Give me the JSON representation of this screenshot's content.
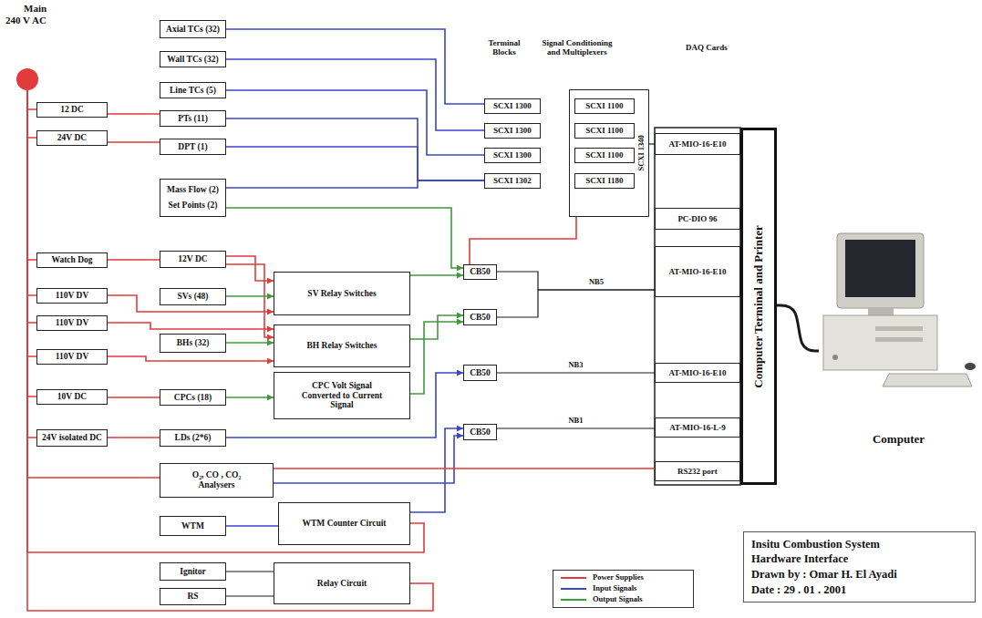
{
  "diagram": {
    "nodes": [
      {
        "text": [
          "Main 240 V AC"
        ]
      },
      {
        "text": [
          "Axial TCs (32)"
        ]
      },
      {
        "text": [
          "Wall TCs (32)"
        ]
      },
      {
        "text": [
          "Line TCs (5)"
        ]
      },
      {
        "text": [
          "12 DC"
        ]
      },
      {
        "text": [
          "PTs (11)"
        ]
      },
      {
        "text": [
          "24V DC"
        ]
      },
      {
        "text": [
          "DPT (1)"
        ]
      },
      {
        "text": [
          "Mass Flow (2)",
          "Set Points (2)"
        ]
      },
      {
        "text": [
          "Watch Dog"
        ]
      },
      {
        "text": [
          "12V DC"
        ]
      },
      {
        "text": [
          "110V DV"
        ]
      },
      {
        "text": [
          "SVs (48)"
        ]
      },
      {
        "text": [
          "110V DV"
        ]
      },
      {
        "text": [
          "110V DV"
        ]
      },
      {
        "text": [
          "BHs (32)"
        ]
      },
      {
        "text": [
          "10V DC"
        ]
      },
      {
        "text": [
          "CPCs (18)"
        ]
      },
      {
        "text": [
          "24V isolated DC"
        ]
      },
      {
        "text": [
          "LDs (2*6)"
        ]
      },
      {
        "text": [
          "O₂, CO , CO₂ Analysers"
        ]
      },
      {
        "text": [
          "WTM"
        ]
      },
      {
        "text": [
          "Ignitor"
        ]
      },
      {
        "text": [
          "RS"
        ]
      },
      {
        "text": [
          "SV Relay Switches"
        ]
      },
      {
        "text": [
          "BH Relay Switches"
        ]
      },
      {
        "text": [
          "CPC Volt Signal Converted to Current Signal"
        ]
      },
      {
        "text": [
          "WTM Counter Circuit"
        ]
      },
      {
        "text": [
          "Relay Circuit"
        ]
      },
      {
        "text": [
          "SCXI 1300"
        ]
      },
      {
        "text": [
          "SCXI 1300"
        ]
      },
      {
        "text": [
          "SCXI 1300"
        ]
      },
      {
        "text": [
          "SCXI 1302"
        ]
      },
      {
        "text": [
          "SCXI 1340"
        ]
      },
      {
        "text": [
          "SCXI 1100"
        ],
        "in": 33
      },
      {
        "text": [
          "SCXI 1100"
        ],
        "in": 33
      },
      {
        "text": [
          "SCXI 1100"
        ],
        "in": 33
      },
      {
        "text": [
          "SCXI 1180"
        ],
        "in": 33
      },
      {
        "text": [
          "CB50"
        ]
      },
      {
        "text": [
          "CB50"
        ]
      },
      {
        "text": [
          "CB50"
        ]
      },
      {
        "text": [
          "CB50"
        ]
      },
      {
        "text": [
          "AT-MIO-16-E10"
        ]
      },
      {
        "text": [
          "PC-DIO 96"
        ]
      },
      {
        "text": [
          "AT-MIO-16-E10"
        ]
      },
      {
        "text": [
          "AT-MIO-16-E10"
        ]
      },
      {
        "text": [
          "AT-MIO-16-L-9"
        ]
      },
      {
        "text": [
          "RS232 port"
        ]
      },
      {
        "text": [
          "Computer Terminal and Printer"
        ]
      },
      {
        "text": [
          "Computer"
        ]
      },
      {
        "text": [
          "Insitu Combustion System",
          "Hardware Interface",
          "Drawn by : Omar H. El Ayadi",
          "Date : 29 . 01 . 2001"
        ]
      }
    ],
    "edges": [
      {
        "from": 0,
        "to": 4,
        "arrow": "none"
      },
      {
        "from": 0,
        "to": 6,
        "arrow": "none"
      },
      {
        "from": 0,
        "to": 9,
        "arrow": "none"
      },
      {
        "from": 0,
        "to": 11,
        "arrow": "none"
      },
      {
        "from": 0,
        "to": 13,
        "arrow": "none"
      },
      {
        "from": 0,
        "to": 14,
        "arrow": "none"
      },
      {
        "from": 0,
        "to": 16,
        "arrow": "none"
      },
      {
        "from": 0,
        "to": 18,
        "arrow": "none"
      },
      {
        "from": 0,
        "to": 20,
        "arrow": "none"
      },
      {
        "from": 0,
        "to": 27,
        "arrow": "none"
      },
      {
        "from": 0,
        "to": 28,
        "arrow": "none"
      },
      {
        "from": 4,
        "to": 5,
        "arrow": "none"
      },
      {
        "from": 6,
        "to": 7,
        "arrow": "none"
      },
      {
        "from": 9,
        "to": 10,
        "arrow": "none"
      },
      {
        "from": 10,
        "to": 24,
        "arrow": "to"
      },
      {
        "from": 10,
        "to": 25,
        "arrow": "to"
      },
      {
        "from": 11,
        "to": 24,
        "arrow": "to"
      },
      {
        "from": 13,
        "to": 25,
        "arrow": "to"
      },
      {
        "from": 14,
        "to": 25,
        "arrow": "to"
      },
      {
        "from": 16,
        "to": 17,
        "arrow": "none"
      },
      {
        "from": 18,
        "to": 19,
        "arrow": "none"
      },
      {
        "from": 1,
        "to": 29,
        "arrow": "none"
      },
      {
        "from": 2,
        "to": 30,
        "arrow": "none"
      },
      {
        "from": 3,
        "to": 31,
        "arrow": "none"
      },
      {
        "from": 5,
        "to": 32,
        "arrow": "none"
      },
      {
        "from": 7,
        "to": 32,
        "arrow": "none"
      },
      {
        "from": 8,
        "to": 32,
        "arrow": "none"
      },
      {
        "from": 8,
        "to": 38,
        "arrow": "to"
      },
      {
        "from": 12,
        "to": 24,
        "arrow": "to"
      },
      {
        "from": 15,
        "to": 25,
        "arrow": "to"
      },
      {
        "from": 17,
        "to": 26,
        "arrow": "to"
      },
      {
        "from": 24,
        "to": 38,
        "arrow": "to"
      },
      {
        "from": 25,
        "to": 39,
        "arrow": "to"
      },
      {
        "from": 26,
        "to": 39,
        "arrow": "to"
      },
      {
        "from": 19,
        "to": 40,
        "arrow": "to"
      },
      {
        "from": 20,
        "to": 41,
        "arrow": "to"
      },
      {
        "from": 21,
        "to": 27,
        "arrow": "none"
      },
      {
        "from": 27,
        "to": 41,
        "arrow": "to"
      },
      {
        "from": 20,
        "to": 47,
        "arrow": "none"
      },
      {
        "from": 33,
        "to": 42,
        "arrow": "none"
      },
      {
        "from": 33,
        "to": 38,
        "arrow": "none"
      },
      {
        "from": 38,
        "to": 44,
        "arrow": "none",
        "label": "NB5"
      },
      {
        "from": 39,
        "to": 44,
        "arrow": "none"
      },
      {
        "from": 40,
        "to": 45,
        "arrow": "none",
        "label": "NB3"
      },
      {
        "from": 41,
        "to": 46,
        "arrow": "none",
        "label": "NB1"
      },
      {
        "from": 22,
        "to": 28,
        "arrow": "none"
      },
      {
        "from": 23,
        "to": 28,
        "arrow": "none"
      },
      {
        "from": 48,
        "to": 49,
        "arrow": "none"
      }
    ],
    "labels": [
      "Terminal Blocks",
      "Signal Conditioning and Multiplexers",
      "DAQ Cards"
    ],
    "legend": [
      {
        "text": "Power Supplies",
        "color": "#e23b3b"
      },
      {
        "text": "Input Signals",
        "color": "#3a48c4"
      },
      {
        "text": "Output Signals",
        "color": "#3f9a3c"
      }
    ]
  }
}
